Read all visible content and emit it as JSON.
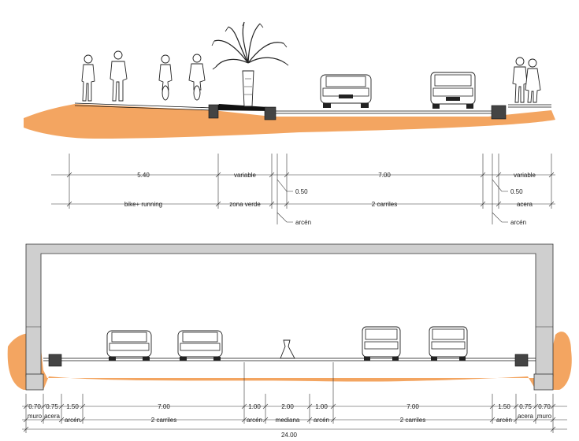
{
  "top_section": {
    "dimensions_row1": [
      "5.40",
      "variable",
      "7.00",
      "variable"
    ],
    "dimensions_row2": [
      "0.50",
      "0.50"
    ],
    "labels_row3": [
      "bike+ running",
      "zona verde",
      "2 carriles",
      "acera"
    ],
    "labels_row4": [
      "arcén",
      "arcén"
    ]
  },
  "bottom_section": {
    "dimensions": [
      "0.70",
      "0.75",
      "1.50",
      "7.00",
      "1.00",
      "2.00",
      "1.00",
      "7.00",
      "1.50",
      "0.75",
      "0.70"
    ],
    "labels": [
      "muro",
      "acera",
      "arcén",
      "2 carriles",
      "arcén",
      "mediana",
      "arcén",
      "2 carriles",
      "arcén",
      "acera",
      "muro"
    ],
    "total": "24.00"
  },
  "colors": {
    "soil": "#f3a561",
    "concrete": "#cfcfcf",
    "lines": "#111111"
  }
}
